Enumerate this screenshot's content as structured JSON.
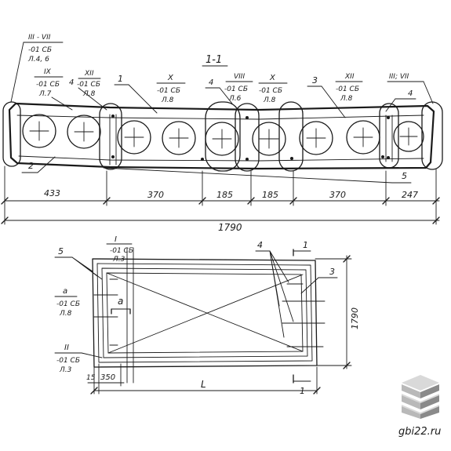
{
  "section": {
    "title": "1-1",
    "callouts": {
      "c1_roman": "III - VII",
      "c1_series": "-01 СБ",
      "c1_sheet": "Л.4, 6",
      "c2_roman": "IX",
      "c2_series": "-01 СБ",
      "c2_sheet": "Л.7",
      "c3_num": "4",
      "c3_roman": "XII",
      "c3_series": "-01 СБ",
      "c3_sheet": "Л.8",
      "c4_num": "1",
      "c5_roman": "X",
      "c5_series": "-01 СБ",
      "c5_sheet": "Л.8",
      "c6_num": "4",
      "c6_roman": "VIII",
      "c6_series": "-01 СБ",
      "c6_sheet": "Л.6",
      "c7_roman": "X",
      "c7_series": "-01 СБ",
      "c7_sheet": "Л.8",
      "c8_num": "3",
      "c9_roman": "XII",
      "c9_series": "-01 СБ",
      "c9_sheet": "Л.8",
      "c10_roman": "III; VII",
      "c11_num": "4",
      "c12_num": "2",
      "c13_num": "5"
    },
    "dims": [
      "433",
      "370",
      "185",
      "185",
      "370",
      "247"
    ],
    "total": "1790"
  },
  "plan": {
    "label_5": "5",
    "label_I": "I",
    "label_I_series": "-01 СБ",
    "label_I_sheet": "Л.3",
    "label_4": "4",
    "section_mark_top": "1",
    "label_3": "3",
    "label_a_roman": "а",
    "label_a_series": "-01 СБ",
    "label_a_sheet": "Л.8",
    "label_a_inner": "а",
    "label_II": "II",
    "label_II_series": "-01 СБ",
    "label_II_sheet": "Л.3",
    "dim_15": "15",
    "dim_350": "350",
    "dim_L": "L",
    "section_mark_bottom": "1",
    "dim_height": "1790"
  },
  "watermark": {
    "text": "gbi22.ru"
  },
  "icons": {
    "logo": "stacked-slabs-logo-icon"
  }
}
